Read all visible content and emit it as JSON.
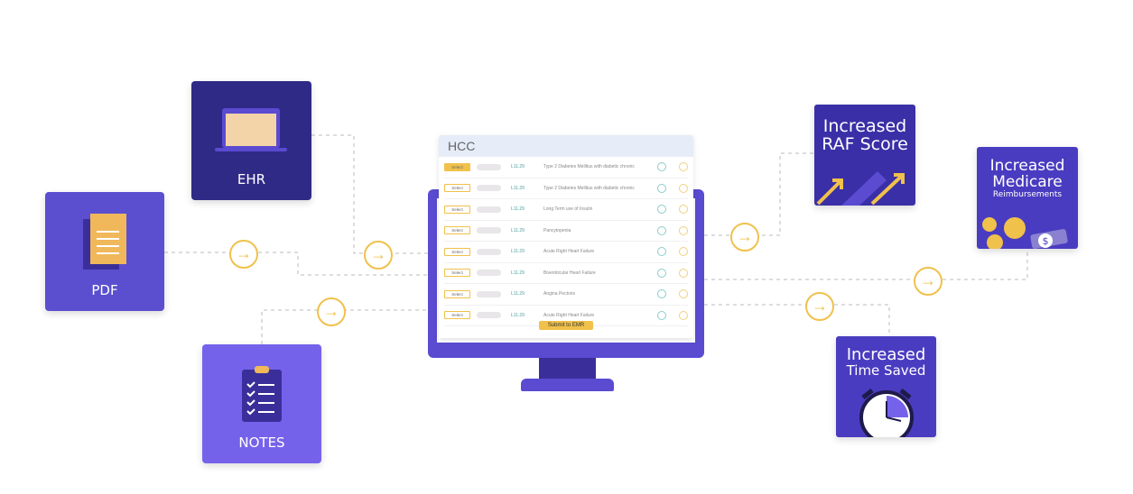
{
  "sources": {
    "ehr": "EHR",
    "pdf": "PDF",
    "notes": "NOTES"
  },
  "hcc": {
    "title": "HCC",
    "submit": "Submit to EMR",
    "select_label": "Select",
    "rows": [
      {
        "code": "L11.29",
        "desc": "Type 2 Diabetes Mellitus with diabetic chronic",
        "selected": true
      },
      {
        "code": "L11.29",
        "desc": "Type 2 Diabetes Mellitus with diabetic chronic",
        "selected": false
      },
      {
        "code": "L11.29",
        "desc": "Long Term use of Insulin",
        "selected": false
      },
      {
        "code": "L11.29",
        "desc": "Pancytopenia",
        "selected": false
      },
      {
        "code": "L11.29",
        "desc": "Acute Right Heart Failure",
        "selected": false
      },
      {
        "code": "L11.29",
        "desc": "Biventricular Heart Failure",
        "selected": false
      },
      {
        "code": "L11.29",
        "desc": "Angina Pectoris",
        "selected": false
      },
      {
        "code": "L11.29",
        "desc": "Acute Right Heart Failure",
        "selected": false
      }
    ]
  },
  "results": {
    "raf": {
      "line1": "Increased",
      "line2": "RAF Score"
    },
    "medicare": {
      "line1": "Increased",
      "line2": "Medicare",
      "line3": "Reimbursements"
    },
    "time": {
      "line1": "Increased",
      "line2": "Time Saved"
    }
  },
  "colors": {
    "accent": "#f0c14b",
    "ehr": "#2f2a86",
    "pdf": "#5b4fcf",
    "notes": "#7562ea",
    "monitor": "#5a4bd1"
  }
}
